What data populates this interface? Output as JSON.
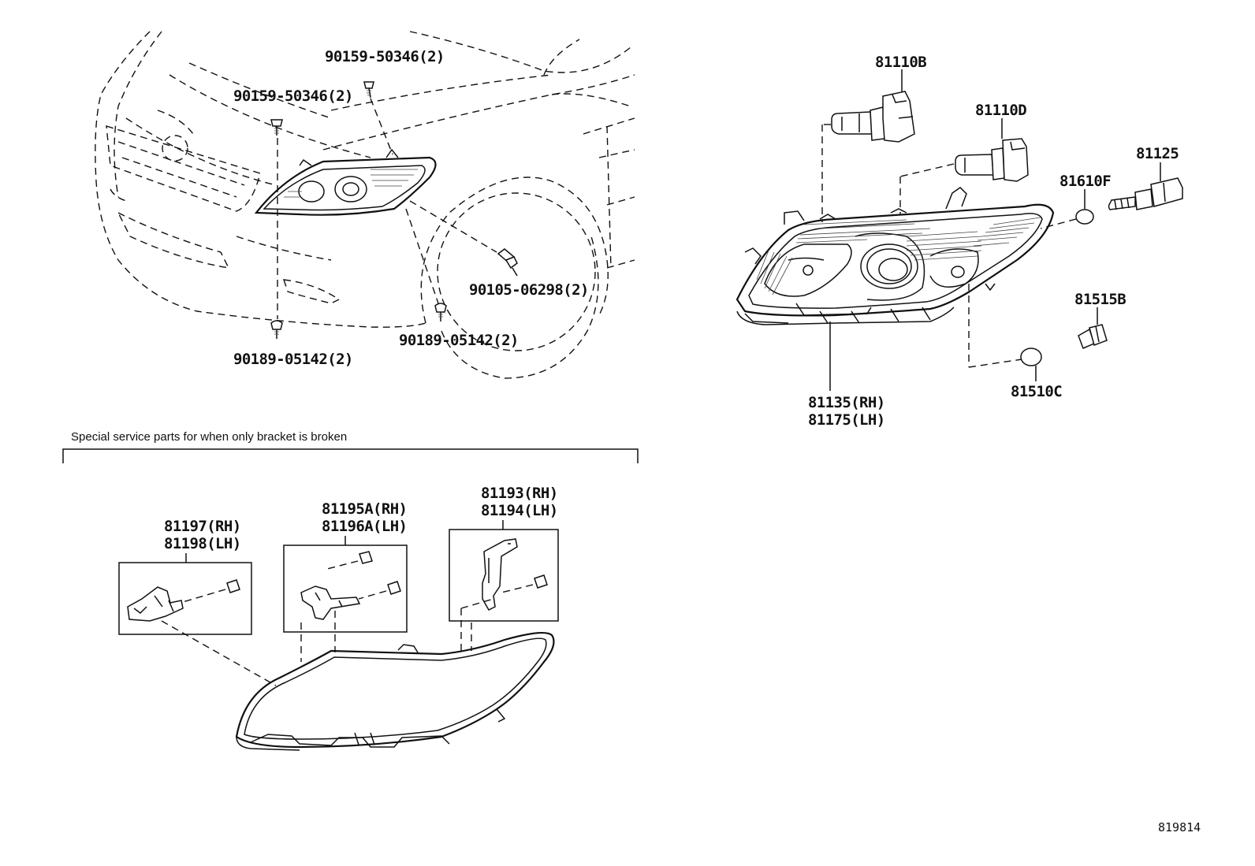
{
  "labels": {
    "p90159_top": "90159-50346(2)",
    "p90159_left": "90159-50346(2)",
    "p90105": "90105-06298(2)",
    "p90189_mid": "90189-05142(2)",
    "p90189_bottom": "90189-05142(2)",
    "p81110b": "81110B",
    "p81110d": "81110D",
    "p81125": "81125",
    "p81610f": "81610F",
    "p81515b": "81515B",
    "p81510c": "81510C",
    "p81135": "81135(RH)",
    "p81175": "81175(LH)",
    "p81197": "81197(RH)",
    "p81198": "81198(LH)",
    "p81195a": "81195A(RH)",
    "p81196a": "81196A(LH)",
    "p81193": "81193(RH)",
    "p81194": "81194(LH)"
  },
  "note": "Special service parts for when only bracket is broken",
  "illustration_code": "819814"
}
